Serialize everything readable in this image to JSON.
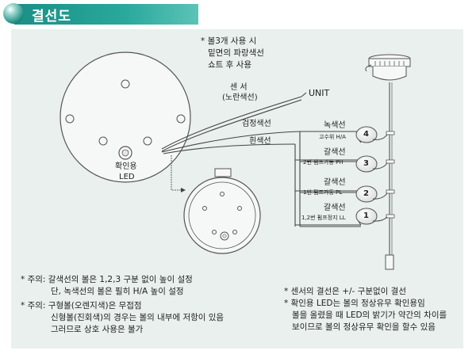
{
  "title": "결선도",
  "top_note": [
    "* 볼3개 사용 시",
    "밑면의 파랑색선",
    "쇼트 후 사용"
  ],
  "labels": {
    "sensor_line1": "센 서",
    "sensor_line2": "(노란색선)",
    "unit": "UNIT",
    "black_wire": "검정색선",
    "white_wire": "흰색선",
    "led_line1": "확인용",
    "led_line2": "LED"
  },
  "positions": [
    {
      "number": "4",
      "color": "녹색선",
      "desc": "고수위 H/A"
    },
    {
      "number": "3",
      "color": "갈색선",
      "desc": "2번 펌프가동 PH"
    },
    {
      "number": "2",
      "color": "갈색선",
      "desc": "1번 펌프가동 PL"
    },
    {
      "number": "1",
      "color": "갈색선",
      "desc": "1,2번 펌프정지 LL"
    }
  ],
  "notes_left": [
    "* 주의: 갈색선의 볼은 1,2,3 구분 없이 높이 설정",
    "단, 녹색선의 볼은 필히 H/A 높이 설정",
    "* 주의: 구형볼(오렌지색)은 무접점",
    "신형볼(진회색)의 경우는 볼의 내부에 저항이 있음",
    "그러므로 상호 사용은 불가"
  ],
  "notes_right": [
    "* 센서의 결선은 +/- 구분없이 결선",
    "* 확인용 LED는 볼의 정상유무 확인용임",
    "볼을 올렸을 때 LED의 밝기가 약간의 차이를",
    "보이므로 볼의 정상유무 확인을 할수 있음"
  ]
}
